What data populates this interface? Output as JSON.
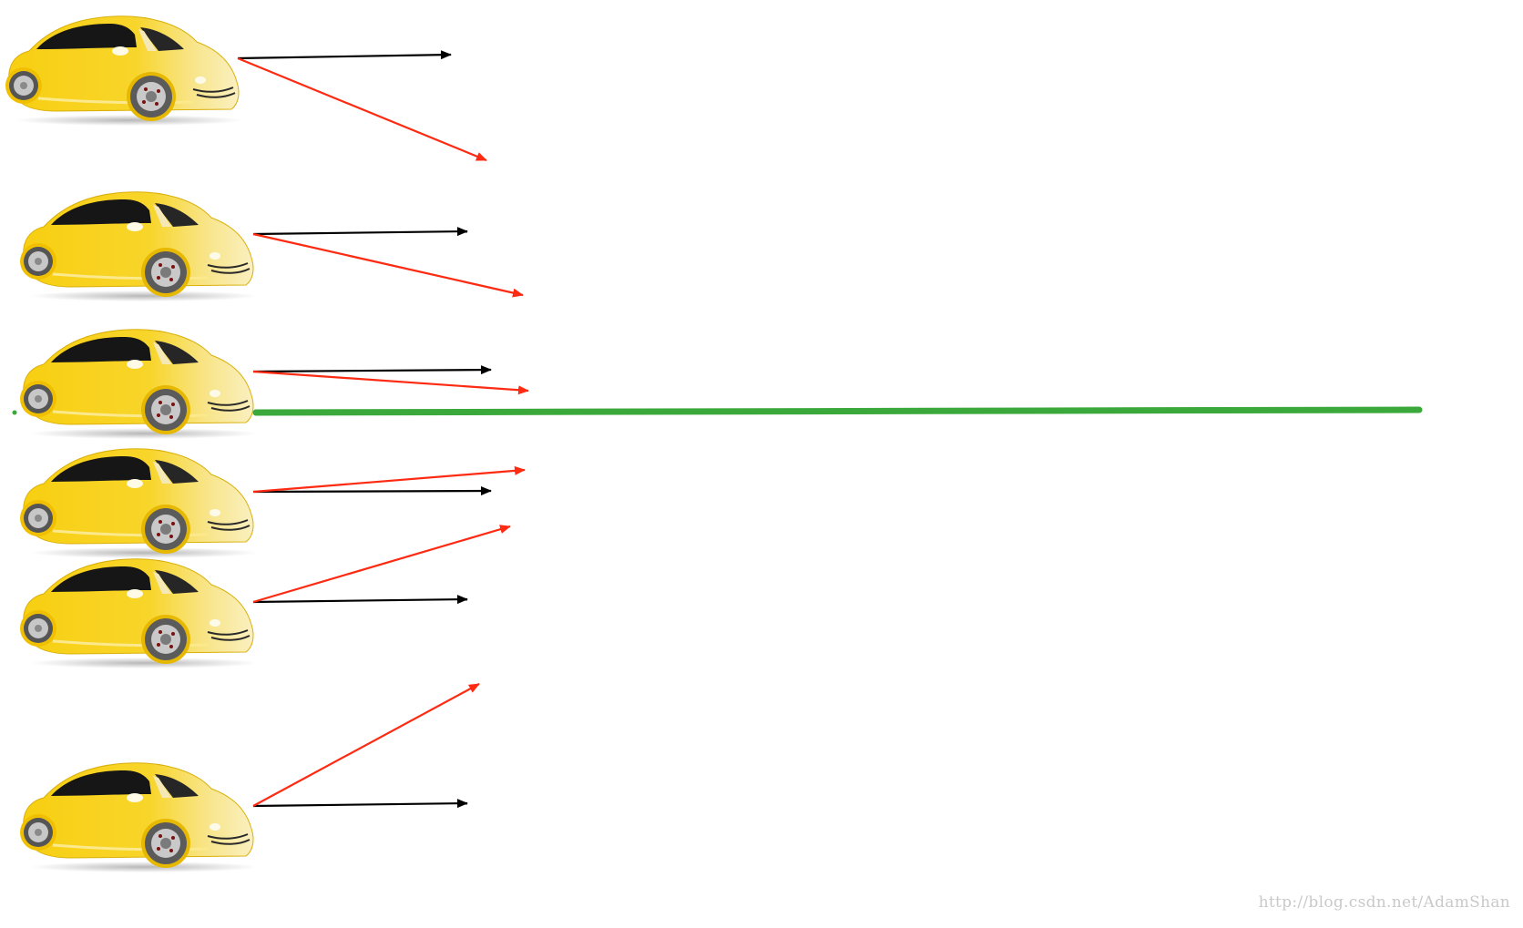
{
  "diagram": {
    "description_colors": {
      "car_body": "#f7d21e",
      "car_body_light": "#faedb0",
      "window": "#1a1a1a",
      "tire": "#6b6b6b",
      "rim": "#bdbdbd",
      "velocity_arrow": "#000000",
      "guidance_arrow": "#ff2a12",
      "reference_line": "#3aa83a"
    },
    "cars": [
      {
        "id": 1,
        "velocity_arrow": "black",
        "steer_arrow": "red-down-strong"
      },
      {
        "id": 2,
        "velocity_arrow": "black",
        "steer_arrow": "red-down"
      },
      {
        "id": 3,
        "velocity_arrow": "black",
        "steer_arrow": "red-down-slight"
      },
      {
        "id": 4,
        "velocity_arrow": "black",
        "steer_arrow": "red-up-slight"
      },
      {
        "id": 5,
        "velocity_arrow": "black",
        "steer_arrow": "red-up"
      },
      {
        "id": 6,
        "velocity_arrow": "black",
        "steer_arrow": "red-up-strong"
      }
    ],
    "watermark": "http://blog.csdn.net/AdamShan"
  }
}
